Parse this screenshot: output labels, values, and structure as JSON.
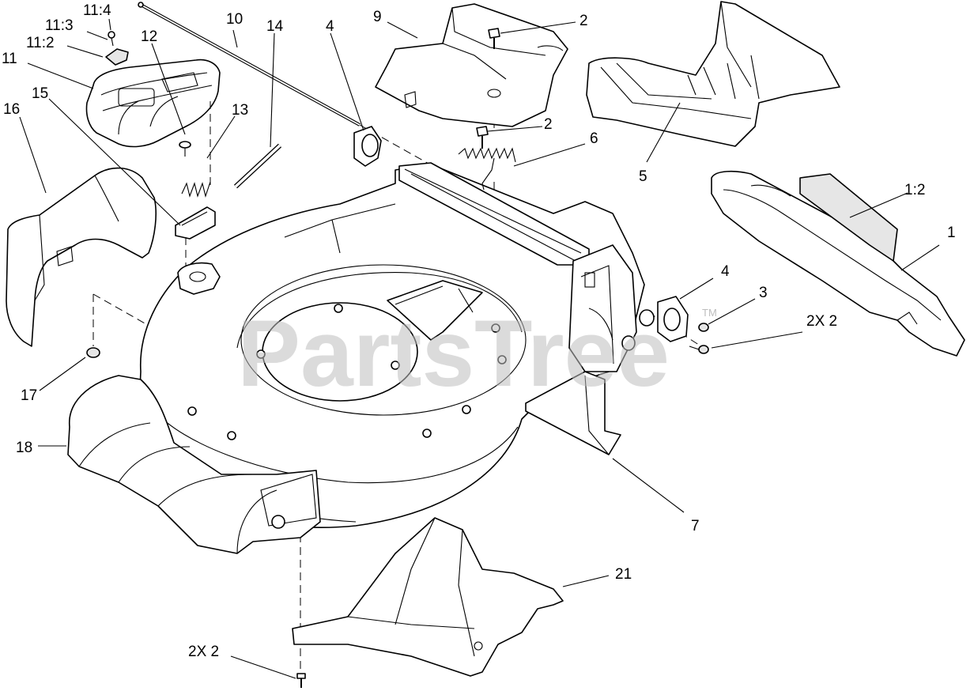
{
  "watermark": {
    "text": "PartsTree",
    "trademark": "TM"
  },
  "callouts": [
    {
      "id": "11-4",
      "text": "11:4"
    },
    {
      "id": "11-3",
      "text": "11:3"
    },
    {
      "id": "11-2",
      "text": "11:2"
    },
    {
      "id": "11",
      "text": "11"
    },
    {
      "id": "12",
      "text": "12"
    },
    {
      "id": "10",
      "text": "10"
    },
    {
      "id": "14",
      "text": "14"
    },
    {
      "id": "4-top",
      "text": "4"
    },
    {
      "id": "9",
      "text": "9"
    },
    {
      "id": "2-top",
      "text": "2"
    },
    {
      "id": "16",
      "text": "16"
    },
    {
      "id": "15",
      "text": "15"
    },
    {
      "id": "13",
      "text": "13"
    },
    {
      "id": "2-mid",
      "text": "2"
    },
    {
      "id": "6",
      "text": "6"
    },
    {
      "id": "5",
      "text": "5"
    },
    {
      "id": "1-2",
      "text": "1:2"
    },
    {
      "id": "1",
      "text": "1"
    },
    {
      "id": "4-right",
      "text": "4"
    },
    {
      "id": "3",
      "text": "3"
    },
    {
      "id": "2x2-right",
      "text": "2X 2"
    },
    {
      "id": "17",
      "text": "17"
    },
    {
      "id": "18",
      "text": "18"
    },
    {
      "id": "7",
      "text": "7"
    },
    {
      "id": "21",
      "text": "21"
    },
    {
      "id": "2x2-bottom",
      "text": "2X 2"
    }
  ]
}
